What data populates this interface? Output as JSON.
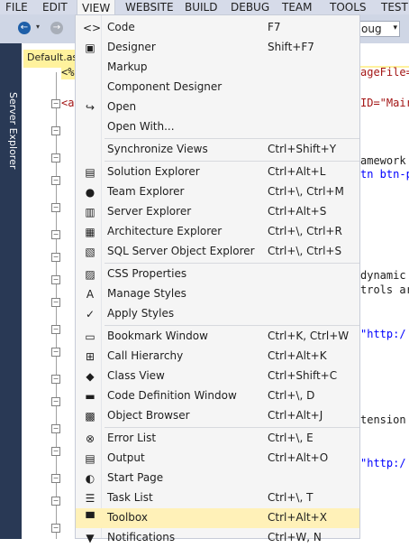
{
  "menubar": {
    "items": [
      "FILE",
      "EDIT",
      "VIEW",
      "WEBSITE",
      "BUILD",
      "DEBUG",
      "TEAM",
      "TOOLS",
      "TEST"
    ],
    "active": "VIEW"
  },
  "toolbar": {
    "back_glyph": "←",
    "forward_glyph": "→",
    "caret": "▾",
    "combo_value": "oug",
    "combo_arrow": "▾"
  },
  "sidebar": {
    "label": "Server Explorer"
  },
  "editor": {
    "tab_label": "Default.as",
    "lines": [
      {
        "text": "<%",
        "color": "#1e1e1e"
      },
      {
        "text": "ageFile=",
        "color": "#a31515"
      },
      {
        "text": "<as",
        "color": "#a31515"
      },
      {
        "text": "ID=\"Mair",
        "color": "#a31515"
      },
      {
        "text": "amework",
        "color": "#1e1e1e"
      },
      {
        "text": "tn btn-p",
        "color": "#0000ff"
      },
      {
        "text": "dynamic",
        "color": "#1e1e1e"
      },
      {
        "text": "trols ar",
        "color": "#1e1e1e"
      },
      {
        "text": "\"http:/",
        "color": "#0000ff"
      },
      {
        "text": "tension",
        "color": "#1e1e1e"
      },
      {
        "text": "\"http:/",
        "color": "#0000ff"
      }
    ]
  },
  "menu": {
    "items": [
      {
        "icon": "code-icon",
        "glyph": "<>",
        "label": "Code",
        "shortcut": "F7"
      },
      {
        "icon": "designer-icon",
        "glyph": "▣",
        "label": "Designer",
        "shortcut": "Shift+F7"
      },
      {
        "icon": "",
        "glyph": "",
        "label": "Markup",
        "shortcut": ""
      },
      {
        "icon": "",
        "glyph": "",
        "label": "Component Designer",
        "shortcut": ""
      },
      {
        "icon": "open-icon",
        "glyph": "↪",
        "label": "Open",
        "shortcut": ""
      },
      {
        "icon": "",
        "glyph": "",
        "label": "Open With...",
        "shortcut": ""
      },
      {
        "icon": "",
        "glyph": "",
        "label": "Synchronize Views",
        "shortcut": "Ctrl+Shift+Y"
      },
      {
        "icon": "solution-explorer-icon",
        "glyph": "▤",
        "label": "Solution Explorer",
        "shortcut": "Ctrl+Alt+L"
      },
      {
        "icon": "team-explorer-icon",
        "glyph": "●",
        "label": "Team Explorer",
        "shortcut": "Ctrl+\\, Ctrl+M"
      },
      {
        "icon": "server-explorer-icon",
        "glyph": "▥",
        "label": "Server Explorer",
        "shortcut": "Ctrl+Alt+S"
      },
      {
        "icon": "architecture-explorer-icon",
        "glyph": "▦",
        "label": "Architecture Explorer",
        "shortcut": "Ctrl+\\, Ctrl+R"
      },
      {
        "icon": "sql-server-object-explorer-icon",
        "glyph": "▧",
        "label": "SQL Server Object Explorer",
        "shortcut": "Ctrl+\\, Ctrl+S"
      },
      {
        "icon": "css-properties-icon",
        "glyph": "▨",
        "label": "CSS Properties",
        "shortcut": ""
      },
      {
        "icon": "manage-styles-icon",
        "glyph": "A",
        "label": "Manage Styles",
        "shortcut": ""
      },
      {
        "icon": "apply-styles-icon",
        "glyph": "✓",
        "label": "Apply Styles",
        "shortcut": ""
      },
      {
        "icon": "bookmark-window-icon",
        "glyph": "▭",
        "label": "Bookmark Window",
        "shortcut": "Ctrl+K, Ctrl+W"
      },
      {
        "icon": "call-hierarchy-icon",
        "glyph": "⊞",
        "label": "Call Hierarchy",
        "shortcut": "Ctrl+Alt+K"
      },
      {
        "icon": "class-view-icon",
        "glyph": "◆",
        "label": "Class View",
        "shortcut": "Ctrl+Shift+C"
      },
      {
        "icon": "code-definition-window-icon",
        "glyph": "▬",
        "label": "Code Definition Window",
        "shortcut": "Ctrl+\\, D"
      },
      {
        "icon": "object-browser-icon",
        "glyph": "▩",
        "label": "Object Browser",
        "shortcut": "Ctrl+Alt+J"
      },
      {
        "icon": "error-list-icon",
        "glyph": "⊗",
        "label": "Error List",
        "shortcut": "Ctrl+\\, E"
      },
      {
        "icon": "output-icon",
        "glyph": "▤",
        "label": "Output",
        "shortcut": "Ctrl+Alt+O"
      },
      {
        "icon": "start-page-icon",
        "glyph": "◐",
        "label": "Start Page",
        "shortcut": ""
      },
      {
        "icon": "task-list-icon",
        "glyph": "☰",
        "label": "Task List",
        "shortcut": "Ctrl+\\, T"
      },
      {
        "icon": "toolbox-icon",
        "glyph": "▀",
        "label": "Toolbox",
        "shortcut": "Ctrl+Alt+X"
      },
      {
        "icon": "notifications-icon",
        "glyph": "▼",
        "label": "Notifications",
        "shortcut": "Ctrl+W, N"
      }
    ],
    "highlighted": "Toolbox",
    "highlight_color": "#fff1b8"
  }
}
